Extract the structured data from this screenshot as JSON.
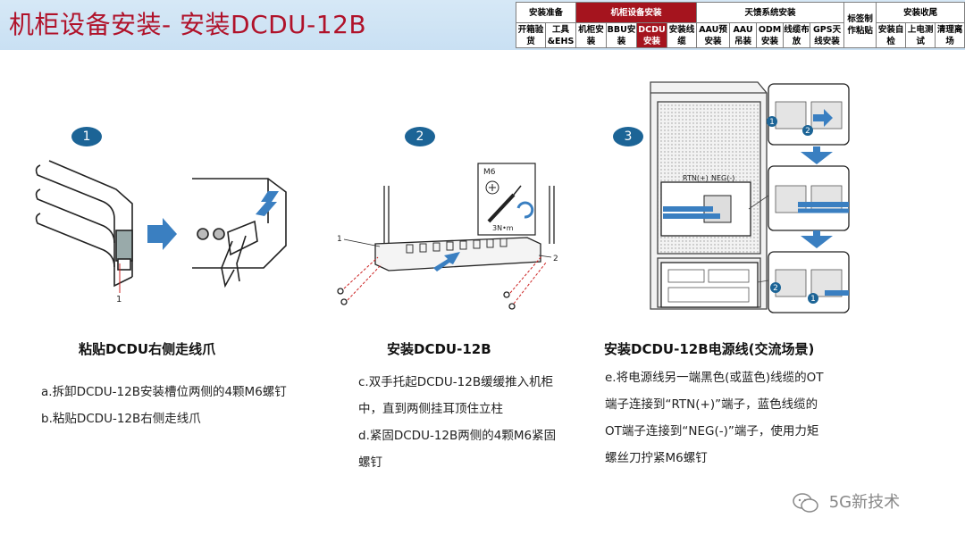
{
  "title": "机柜设备安装- 安装DCDU-12B",
  "nav": {
    "groups": [
      {
        "label": "安装准备",
        "span": 2,
        "active": false
      },
      {
        "label": "机柜设备安装",
        "span": 4,
        "active": true
      },
      {
        "label": "天馈系统安装",
        "span": 5,
        "active": false
      },
      {
        "label": "标签制作粘贴",
        "span": 1,
        "active": false
      },
      {
        "label": "安装收尾",
        "span": 3,
        "active": false
      }
    ],
    "items": [
      {
        "label": "开箱验货",
        "active": false
      },
      {
        "label": "工具&EHS",
        "active": false
      },
      {
        "label": "机柜安装",
        "active": false
      },
      {
        "label": "BBU安装",
        "active": false
      },
      {
        "label": "DCDU安装",
        "active": true
      },
      {
        "label": "安装线缆",
        "active": false
      },
      {
        "label": "AAU预安装",
        "active": false
      },
      {
        "label": "AAU吊装",
        "active": false
      },
      {
        "label": "ODM安装",
        "active": false
      },
      {
        "label": "线缆布放",
        "active": false
      },
      {
        "label": "GPS天线安装",
        "active": false
      },
      {
        "label": "安装自检",
        "active": false
      },
      {
        "label": "上电测试",
        "active": false
      },
      {
        "label": "清理离场",
        "active": false
      }
    ]
  },
  "steps": [
    {
      "number": "1",
      "callouts": [
        "1"
      ],
      "caption": "粘贴DCDU右侧走线爪",
      "lines": [
        "a.拆卸DCDU-12B安装槽位两侧的4颗M6螺钉",
        "b.粘贴DCDU-12B右侧走线爪"
      ]
    },
    {
      "number": "2",
      "callouts": [
        "1",
        "2"
      ],
      "inset": {
        "bolt": "M6",
        "torque": "3N•m"
      },
      "caption": "安装DCDU-12B",
      "lines": [
        "c.双手托起DCDU-12B缓缓推入机柜",
        "中，直到两侧挂耳顶住立柱",
        "d.紧固DCDU-12B两侧的4颗M6紧固",
        "螺钉"
      ]
    },
    {
      "number": "3",
      "callouts": [
        "1",
        "2",
        "1",
        "2"
      ],
      "terminals": {
        "rtn": "RTN(+)",
        "neg": "NEG(-)"
      },
      "caption": "安装DCDU-12B电源线(交流场景)",
      "lines": [
        "e.将电源线另一端黑色(或蓝色)线缆的OT",
        "端子连接到“RTN(+)”端子，蓝色线缆的",
        "OT端子连接到“NEG(-)”端子，使用力矩",
        "螺丝刀拧紧M6螺钉"
      ]
    }
  ],
  "watermark": "5G新技术",
  "colors": {
    "title": "#b0122a",
    "active": "#a5141e",
    "badge": "#1c6496",
    "arrow": "#3a7fc1"
  }
}
